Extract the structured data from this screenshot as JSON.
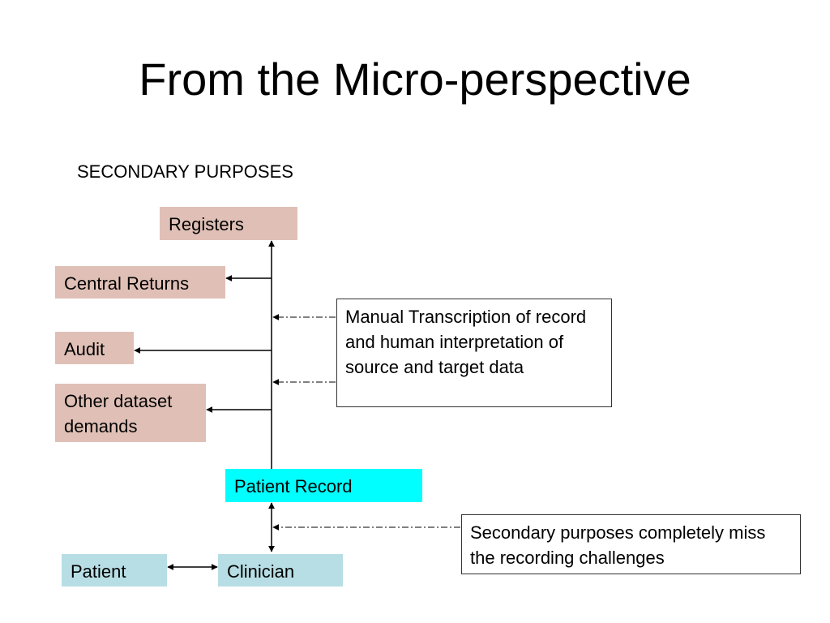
{
  "title": "From the Micro-perspective",
  "subtitle": "SECONDARY PURPOSES",
  "nodes": {
    "registers": "Registers",
    "central_returns": "Central Returns",
    "audit": "Audit",
    "other_dataset": "Other dataset demands",
    "patient_record": "Patient Record",
    "patient": "Patient",
    "clinician": "Clinician"
  },
  "notes": {
    "manual_transcription": "Manual Transcription of record and human interpretation of source and target data",
    "secondary_miss": "Secondary purposes completely miss the recording challenges"
  },
  "colors": {
    "secondary_target": "#e0c0b6",
    "patient_record": "#00ffff",
    "actor": "#b7dee4"
  }
}
